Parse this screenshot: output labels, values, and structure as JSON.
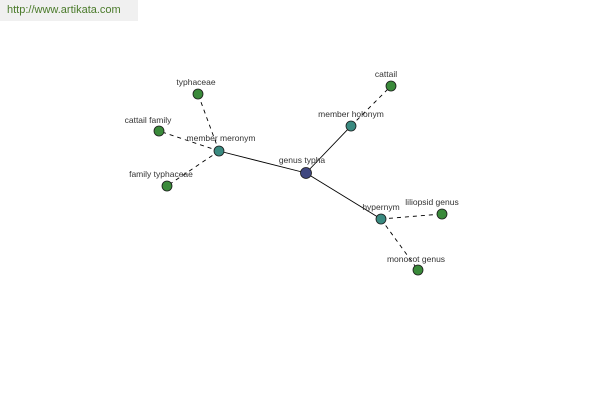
{
  "header": {
    "site_url": "http://www.artikata.com"
  },
  "colors": {
    "header_bg": "#f0f0f0",
    "link": "#4a7a2a",
    "edge": "#000000",
    "center_node": "#404880",
    "relation_node": "#3a8a80",
    "leaf_node": "#3a8a3a"
  },
  "graph": {
    "nodes": [
      {
        "id": "genus-typha",
        "label": "genus typha",
        "kind": "center"
      },
      {
        "id": "member-meronym",
        "label": "member meronym",
        "kind": "relation"
      },
      {
        "id": "member-holonym",
        "label": "member holonym",
        "kind": "relation"
      },
      {
        "id": "hypernym",
        "label": "hypernym",
        "kind": "relation"
      },
      {
        "id": "typhaceae",
        "label": "typhaceae",
        "kind": "leaf"
      },
      {
        "id": "cattail-family",
        "label": "cattail family",
        "kind": "leaf"
      },
      {
        "id": "family-typhaceae",
        "label": "family typhaceae",
        "kind": "leaf"
      },
      {
        "id": "cattail",
        "label": "cattail",
        "kind": "leaf"
      },
      {
        "id": "liliopsid-genus",
        "label": "liliopsid genus",
        "kind": "leaf"
      },
      {
        "id": "monocot-genus",
        "label": "monocot genus",
        "kind": "leaf"
      }
    ],
    "edges": [
      {
        "from": "genus-typha",
        "to": "member-meronym",
        "style": "solid"
      },
      {
        "from": "genus-typha",
        "to": "member-holonym",
        "style": "solid"
      },
      {
        "from": "genus-typha",
        "to": "hypernym",
        "style": "solid"
      },
      {
        "from": "member-meronym",
        "to": "typhaceae",
        "style": "dashed"
      },
      {
        "from": "member-meronym",
        "to": "cattail-family",
        "style": "dashed"
      },
      {
        "from": "member-meronym",
        "to": "family-typhaceae",
        "style": "dashed"
      },
      {
        "from": "member-holonym",
        "to": "cattail",
        "style": "dashed"
      },
      {
        "from": "hypernym",
        "to": "liliopsid-genus",
        "style": "dashed"
      },
      {
        "from": "hypernym",
        "to": "monocot-genus",
        "style": "dashed"
      }
    ]
  }
}
